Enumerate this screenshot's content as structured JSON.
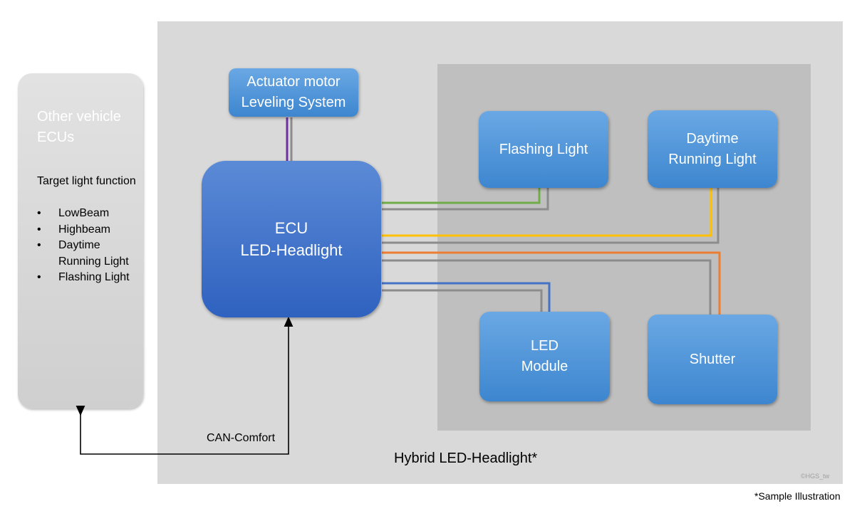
{
  "other_ecus": {
    "title": "Other vehicle ECUs",
    "target_label": "Target light function",
    "functions": [
      "LowBeam",
      "Highbeam",
      "Daytime Running Light",
      "Flashing Light"
    ]
  },
  "actuator": {
    "label": "Actuator motor Leveling System"
  },
  "ecu_headlight": {
    "label_line1": "ECU",
    "label_line2": "LED-Headlight"
  },
  "flashing_light": {
    "label": "Flashing Light"
  },
  "daytime_running": {
    "label": "Daytime Running Light"
  },
  "led_module": {
    "label": "LED Module"
  },
  "shutter": {
    "label": "Shutter"
  },
  "can_label": "CAN-Comfort",
  "system_label": "Hybrid LED-Headlight*",
  "copyright": "©HGS_tw",
  "footnote": "*Sample Illustration",
  "colors": {
    "green_wire": "#70ad47",
    "yellow_wire": "#ffc000",
    "orange_wire": "#ed7d31",
    "blue_wire": "#4472c4",
    "gray_wire": "#8c8c8c",
    "purple_wire": "#7030a0"
  }
}
